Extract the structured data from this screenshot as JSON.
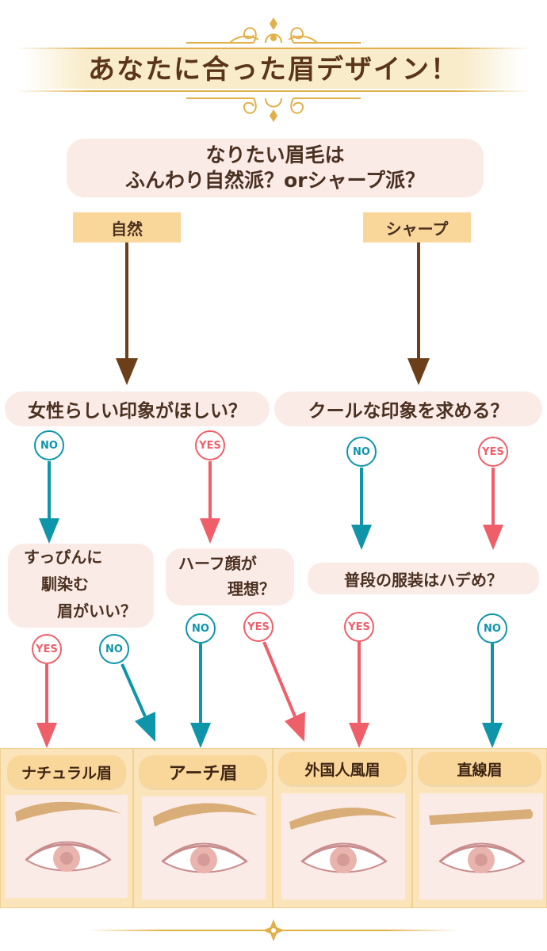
{
  "title": "あなたに合った眉デザイン！",
  "question1": {
    "line1": "なりたい眉毛は",
    "line2": "ふんわり自然派？orシャープ派？"
  },
  "branches": {
    "left": "自然",
    "right": "シャープ"
  },
  "question2": {
    "left": "女性らしい印象がほしい？",
    "right": "クールな印象を求める？"
  },
  "question3": {
    "a": [
      "すっぴんに",
      "馴染む",
      "眉がいい？"
    ],
    "b": [
      "ハーフ顔が",
      "理想？"
    ],
    "c": "普段の服装はハデめ？"
  },
  "answers": {
    "yes": "YES",
    "no": "NO"
  },
  "results": [
    "ナチュラル眉",
    "アーチ眉",
    "外国人風眉",
    "直線眉"
  ],
  "colors": {
    "no": "#0f95aa",
    "yes": "#ef5f6a",
    "arrow_main": "#6b3f1a",
    "gold": "#e2b04a"
  },
  "icons": [
    "ornament-icon",
    "eye-icon",
    "eyebrow-icon",
    "arrow-icon"
  ]
}
